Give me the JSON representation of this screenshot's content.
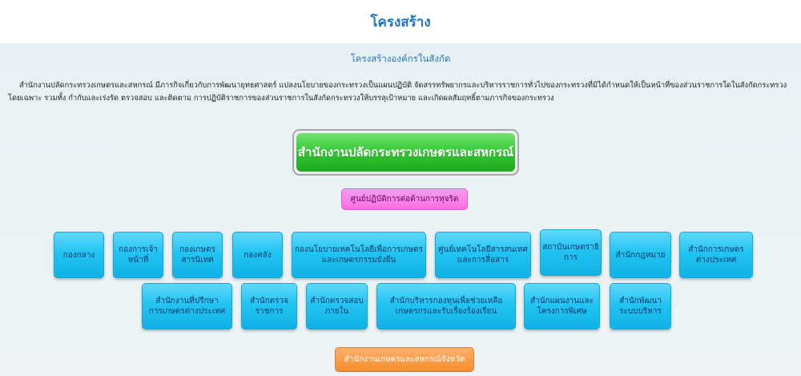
{
  "header": {
    "title": "โครงสร้าง"
  },
  "subtitle": "โครงสร้างองค์กรในสังกัด",
  "description": "สำนักงานปลัดกระทรวงเกษตรและสหกรณ์ มีภารกิจเกี่ยวกับการพัฒนายุทธศาสตร์ แปลงนโยบายของกระทรวงเป็นแผนปฏิบัติ จัดสรรทรัพยากรและบริหารราชการทั่วไปของกระทรวงที่มิได้กำหนดให้เป็นหน้าที่ของส่วนราชการใดในสังกัดกระทรวงโดยเฉพาะ รวมทั้ง กำกับและเร่งรัด ตรวจสอบ และติดตาม การปฏิบัติราชการของส่วนราชการในสังกัดกระทรวงให้บรรลุเป้าหมาย และเกิดผลสัมฤทธิ์ตามภารกิจของกระทรวง",
  "main_node": "สำนักงานปลัดกระทรวงเกษตรและสหกรณ์",
  "anti_corruption_node": "ศูนย์ปฏิบัติการต่อต้านการทุจริต",
  "row1": [
    "กองกลาง",
    "กองการเจ้าหน้าที่",
    "กองเกษตรสารนิเทศ",
    "กองคลัง",
    "กองนโยบายเทคโนโลยีเพื่อการเกษตรและเกษตรกรรมยั่งยืน",
    "ศูนย์เทคโนโลยีสารสนเทศและการสื่อสาร",
    "สถาบันเกษตราธิการ",
    "สำนักกฎหมาย",
    "สำนักการเกษตรต่างประเทศ"
  ],
  "row2": [
    "สำนักงานที่ปรึกษาการเกษตรต่างประเทศ",
    "สำนักตรวจราชการ",
    "สำนักตรวจสอบภายใน",
    "สำนักบริหารกองทุนเพื่อช่วยเหลือเกษตรกรและรับเรื่องร้องเรียน",
    "สำนักแผนงานและโครงการพิเศษ",
    "สำนักพัฒนาระบบบริหาร"
  ],
  "provincial_node": "สำนักงานเกษตรและสหกรณ์จังหวัด"
}
